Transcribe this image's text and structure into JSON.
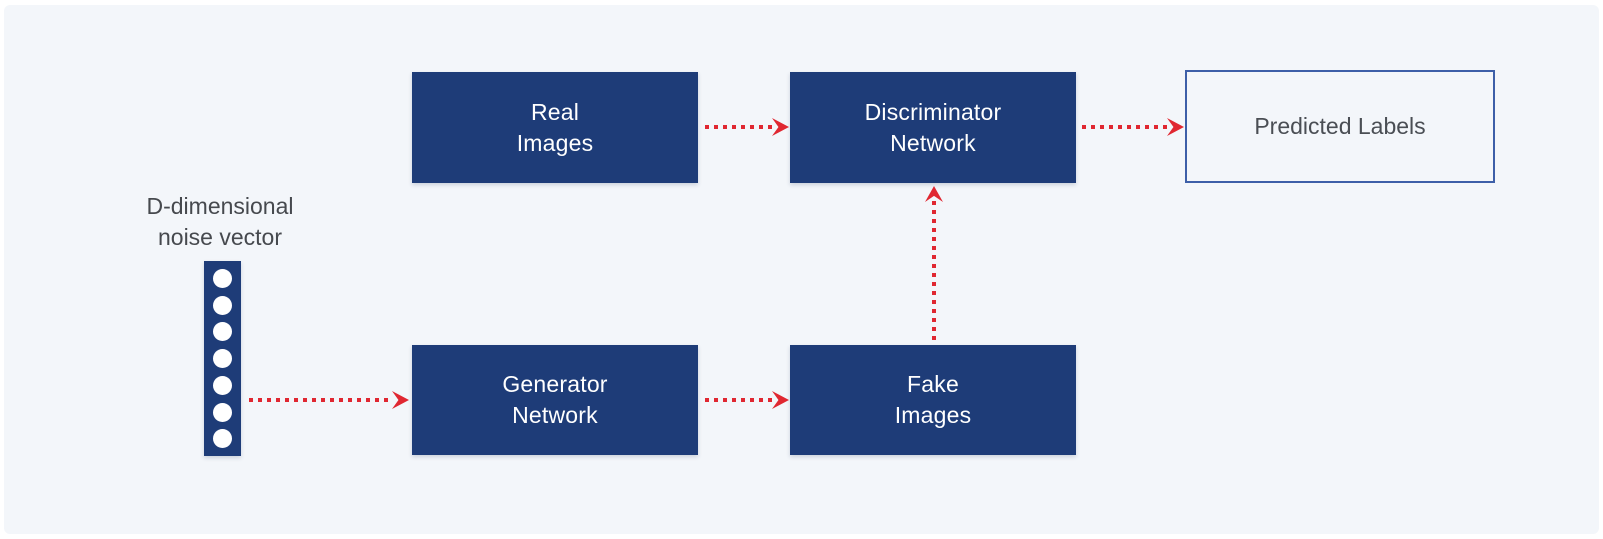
{
  "diagram": {
    "kind": "gan-architecture-flow",
    "colors": {
      "node_fill": "#1e3c78",
      "arrow": "#e02731",
      "panel_background": "#f3f6fa",
      "outline_box_border": "#3d5fa8",
      "muted_text": "#46494e"
    },
    "noise_vector": {
      "label_line1": "D-dimensional",
      "label_line2": "noise vector",
      "dot_count": 7
    },
    "nodes": {
      "real_images": {
        "line1": "Real",
        "line2": "Images"
      },
      "discriminator": {
        "line1": "Discriminator",
        "line2": "Network"
      },
      "generator": {
        "line1": "Generator",
        "line2": "Network"
      },
      "fake_images": {
        "line1": "Fake",
        "line2": "Images"
      },
      "predicted_labels": {
        "label": "Predicted Labels"
      }
    },
    "edges": [
      {
        "from": "noise-vector",
        "to": "generator-network",
        "style": "dashed-red"
      },
      {
        "from": "generator-network",
        "to": "fake-images",
        "style": "dashed-red"
      },
      {
        "from": "real-images",
        "to": "discriminator-network",
        "style": "dashed-red"
      },
      {
        "from": "fake-images",
        "to": "discriminator-network",
        "style": "dashed-red"
      },
      {
        "from": "discriminator-network",
        "to": "predicted-labels",
        "style": "dashed-red"
      }
    ]
  }
}
